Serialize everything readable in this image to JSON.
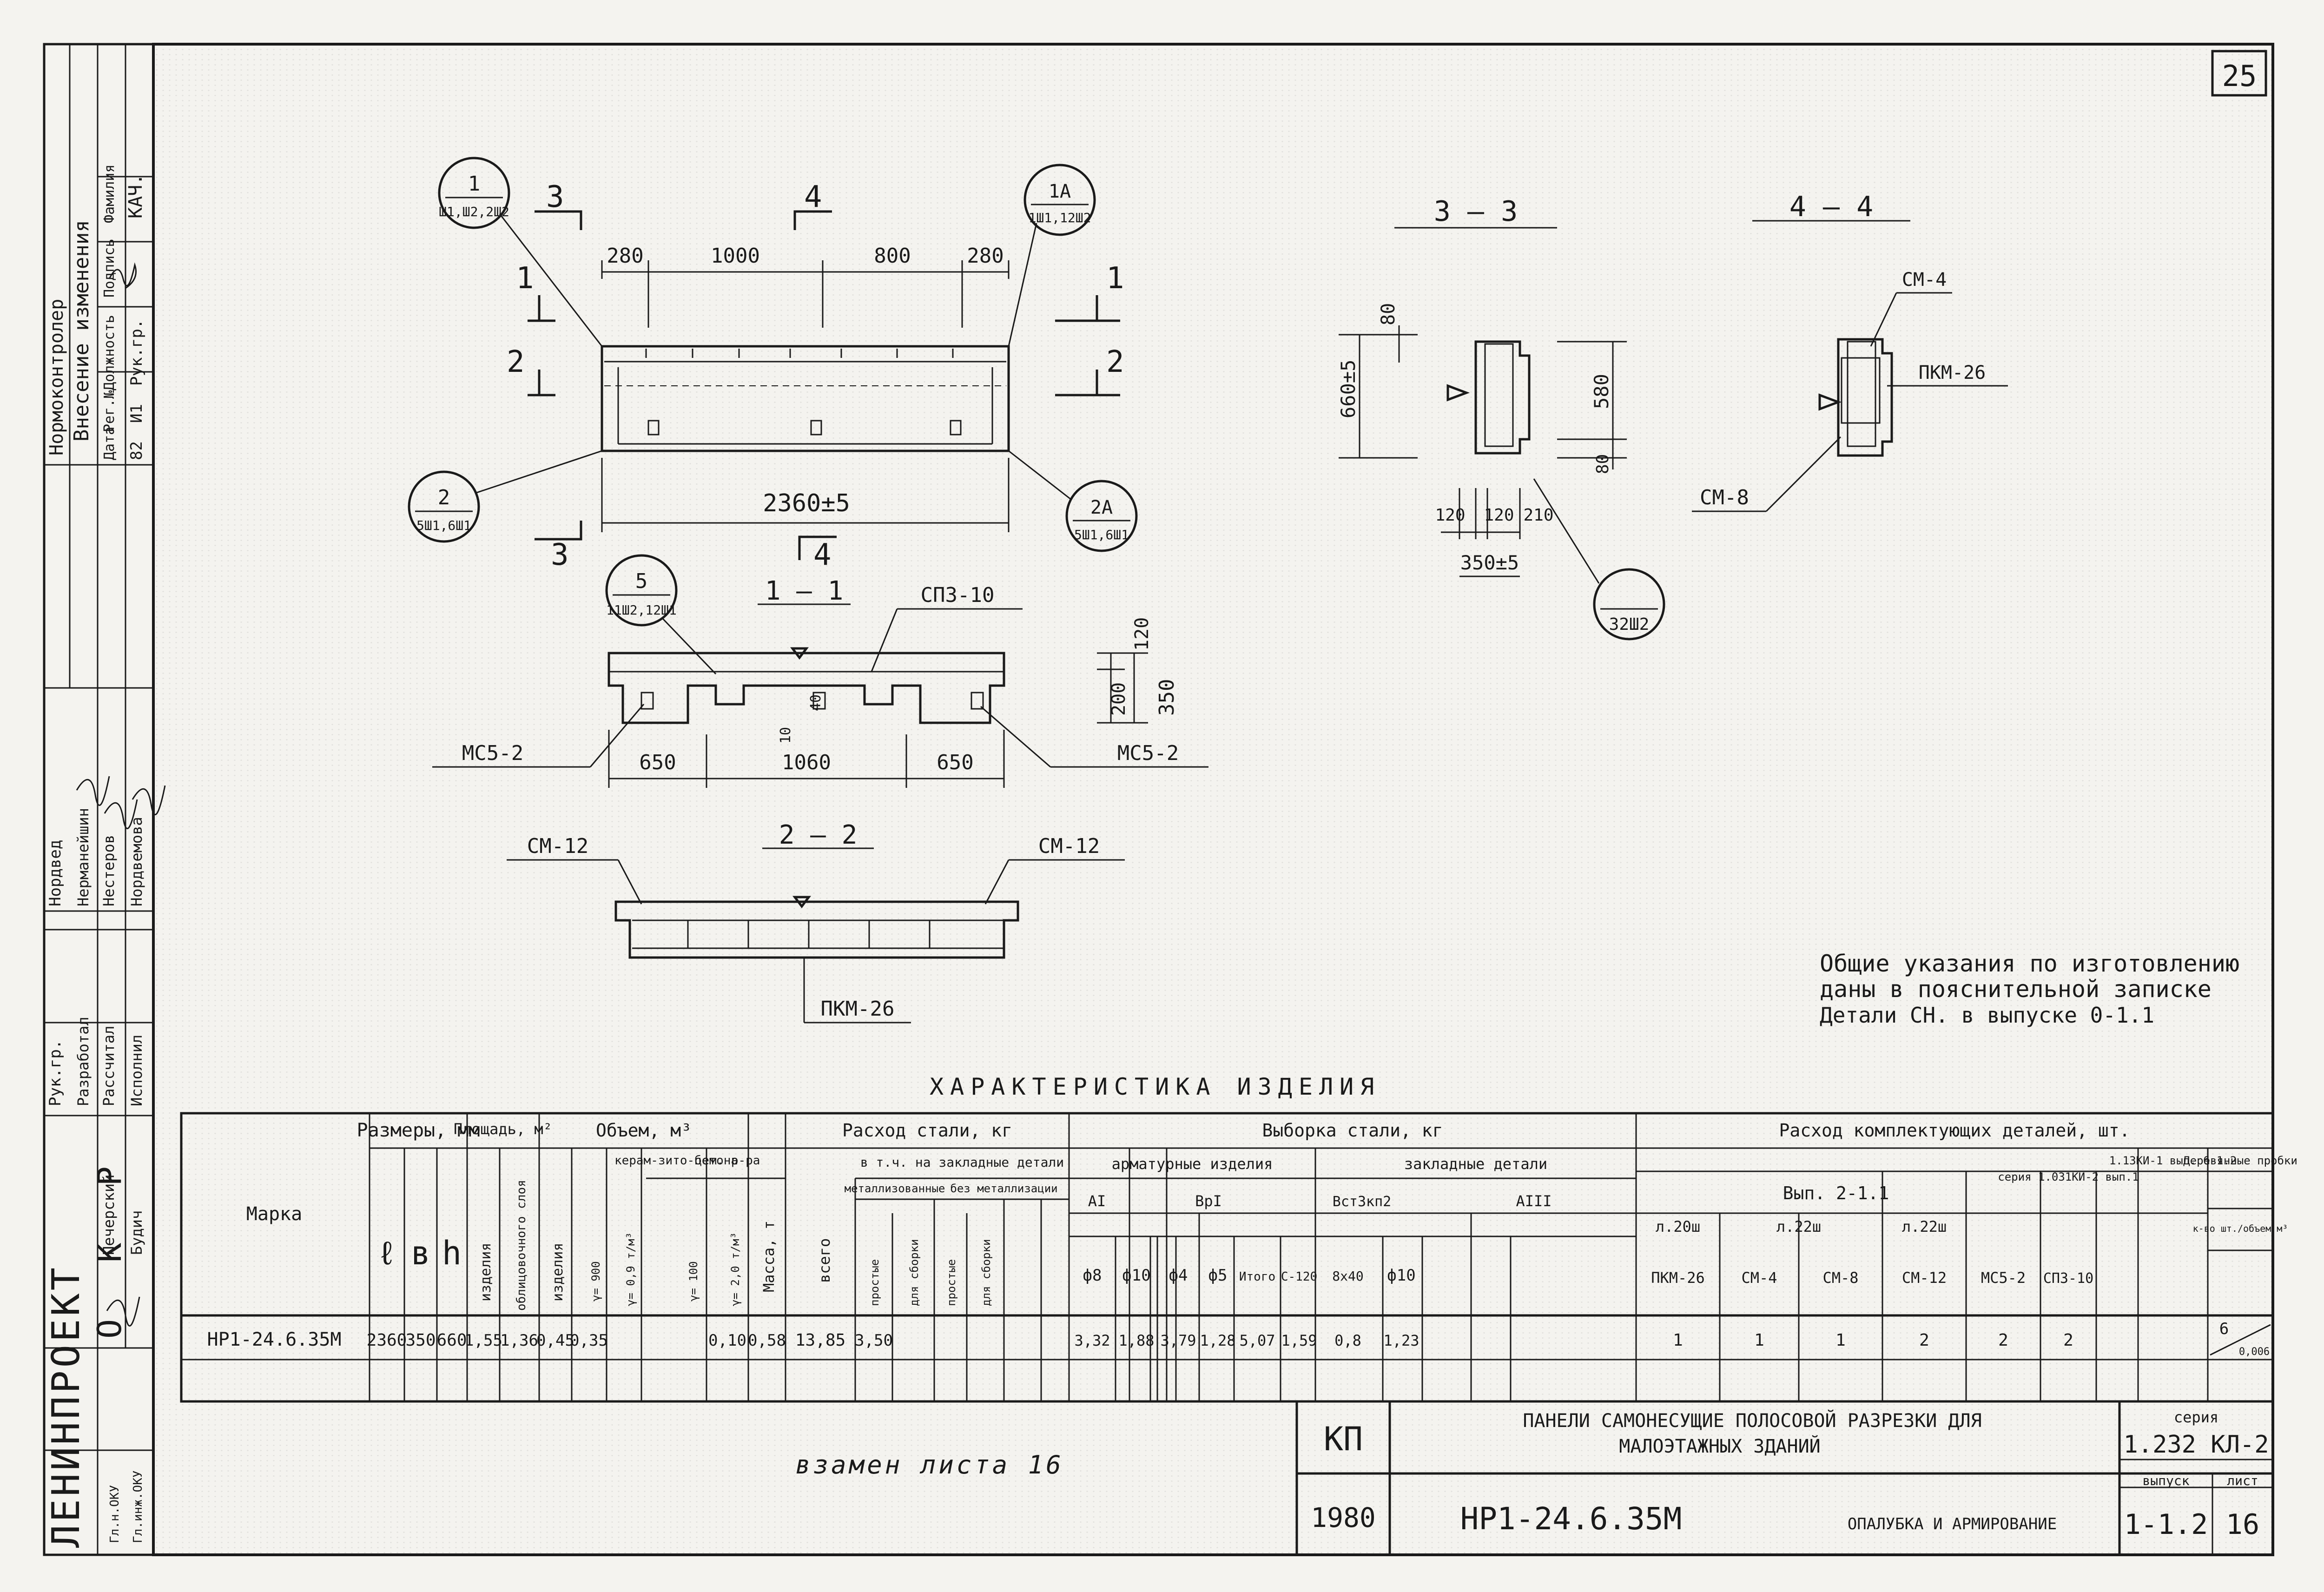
{
  "sheet_number": "25",
  "side_stamp": {
    "org": "ЛЕНИНПРОЕКТ",
    "norm_control": "Нормоконтролер",
    "changes_title": "Внесение изменения",
    "changes_header": [
      "Дата",
      "Рег.№",
      "Должность",
      "Подпись",
      "Фамилия"
    ],
    "changes_row": [
      "82",
      "И1",
      "Рук.гр.",
      "",
      "КАЧ."
    ],
    "roles": [
      "Рук.гр.",
      "Разработал",
      "Рассчитал",
      "Исполнил"
    ],
    "names_top": [
      "Нордвед",
      "Нерманейшин",
      "Нестеров",
      "Нордвемова"
    ],
    "names_bottom": [
      "Печерский",
      "Будич"
    ],
    "okr": "О К Р",
    "gip": "Гл.н.ОКУ",
    "chief": "Гл.инж.ОКУ"
  },
  "views": {
    "callouts": {
      "c1": {
        "num": "1",
        "sub": "Ш1,Ш2,2Ш2"
      },
      "c1a": {
        "num": "1А",
        "sub": "1Ш1,12Ш2"
      },
      "c2": {
        "num": "2",
        "sub": "5Ш1,6Ш1"
      },
      "c2a": {
        "num": "2А",
        "sub": "5Ш1,6Ш1"
      },
      "c5": {
        "num": "5",
        "sub": "11Ш2,12Ш1"
      },
      "c32": {
        "num": "",
        "sub": "32Ш2"
      }
    },
    "dims_top": [
      "280",
      "1000",
      "800",
      "280"
    ],
    "overall_length": "2360±5",
    "section_marks": [
      "1",
      "2",
      "3",
      "4"
    ],
    "sec11_title": "1 — 1",
    "sec11_dims": [
      "650",
      "1060",
      "650"
    ],
    "sec11_height": [
      "120",
      "350",
      "200"
    ],
    "sec11_small": [
      "40",
      "10"
    ],
    "sec22_title": "2 — 2",
    "sec33_title": "3 — 3",
    "sec33_dims": {
      "top": "80",
      "height": "660±5",
      "inner": "580",
      "bottom": "80",
      "w1": "120",
      "w2": "120",
      "w3": "210",
      "width": "350±5"
    },
    "sec44_title": "4 — 4",
    "labels": {
      "mcs_left": "МС5-2",
      "mcs_right": "МС5-2",
      "spz": "СПЗ-10",
      "cm12_left": "СМ-12",
      "cm12_right": "СМ-12",
      "pkm": "ПКМ-26",
      "cm4": "СМ-4",
      "pkm44": "ПКМ-26",
      "cm8": "СМ-8"
    }
  },
  "notes": [
    "Общие указания по изготовлению",
    "даны в пояснительной записке",
    "Детали СН. в выпуске 0-1.1"
  ],
  "table": {
    "title": "ХАРАКТЕРИСТИКА ИЗДЕЛИЯ",
    "h": {
      "marka": "Марка",
      "sizes": "Размеры, мм",
      "l": "ℓ",
      "b": "в",
      "hh": "h",
      "area": "Площадь, м²",
      "area_a": "изделия",
      "area_b": "облицовочного слоя",
      "vol": "Объем, м³",
      "vol_a": "изделия",
      "vol_b": "керам-зито-бетона",
      "vol_b1": "γ= 900",
      "vol_b2": "γ= 0,9 т/м³",
      "vol_c": "цем. р-ра",
      "vol_c1": "γ= 100",
      "vol_c2": "γ= 2,0 т/м³",
      "mass": "Масса, т",
      "steel": "Расход стали, кг",
      "steel_all": "всего",
      "steel_emb": "в т.ч. на закладные детали",
      "steel_met": "металлизованные",
      "steel_nomet": "без металлизации",
      "s_pr": "простые",
      "s_sh": "для сборки",
      "s_pr2": "простые",
      "s_sh2": "для сборки",
      "sel": "Выборка стали, кг",
      "sel_arm": "арматурные изделия",
      "sel_emb": "закладные детали",
      "a1": "АI",
      "b1": "ВрI",
      "vst": "ВстЗкп2",
      "a3": "АIII",
      "f8": "ф8",
      "f10": "ф10",
      "f4": "ф4",
      "f5": "ф5",
      "itogo": "Итого",
      "s120": "С-120",
      "s8x40": "8х40",
      "f10b": "ф10",
      "comp": "Расход комплектующих деталей, шт.",
      "vyp": "Вып. 2-1.1",
      "ser": "серия 1.031КИ-2 вып.1",
      "ser2": "1.13КИ-1 вып. 6-1.2",
      "wood": "Деревянные пробки",
      "wood_q": "к-во шт./объем м³",
      "l20": "л.20ш",
      "l22": "л.22ш",
      "l22b": "л.22ш",
      "pkm": "ПКМ-26",
      "cm4": "СМ-4",
      "cm8": "СМ-8",
      "cm12": "СМ-12",
      "mcs": "МС5-2",
      "spz": "СПЗ-10"
    },
    "row": {
      "marka": "НР1-24.6.35М",
      "l": "2360",
      "b": "350",
      "h": "660",
      "area_a": "1,55",
      "area_b": "1,36",
      "vol_a": "0,45",
      "vol_b": "0,35",
      "vol_c": "0,10",
      "mass": "0,58",
      "steel_all": "13,85",
      "s_pr": "3,50",
      "f8": "3,32",
      "f10": "1,88",
      "f4": "3,79",
      "f5": "1,28",
      "itogo": "5,07",
      "s120": "1,59",
      "s8x40": "0,8",
      "f10b": "1,23",
      "pkm": "1",
      "cm4": "1",
      "cm8": "1",
      "cm12": "2",
      "mcs": "2",
      "spz": "2",
      "wood_n": "6",
      "wood_v": "0,006"
    }
  },
  "title_block": {
    "kp": "КП",
    "year": "1980",
    "title_l1": "ПАНЕЛИ САМОНЕСУЩИЕ ПОЛОСОВОЙ РАЗРЕЗКИ ДЛЯ",
    "title_l2": "МАЛОЭТАЖНЫХ ЗДАНИЙ",
    "mark": "НР1-24.6.35М",
    "desc": "ОПАЛУБКА И АРМИРОВАНИЕ",
    "seria_label": "серия",
    "seria": "1.232 КЛ-2",
    "vyp_label": "выпуск",
    "vyp": "1-1.2",
    "list_label": "лист",
    "list": "16"
  },
  "replace_note": "взамен листа 16"
}
